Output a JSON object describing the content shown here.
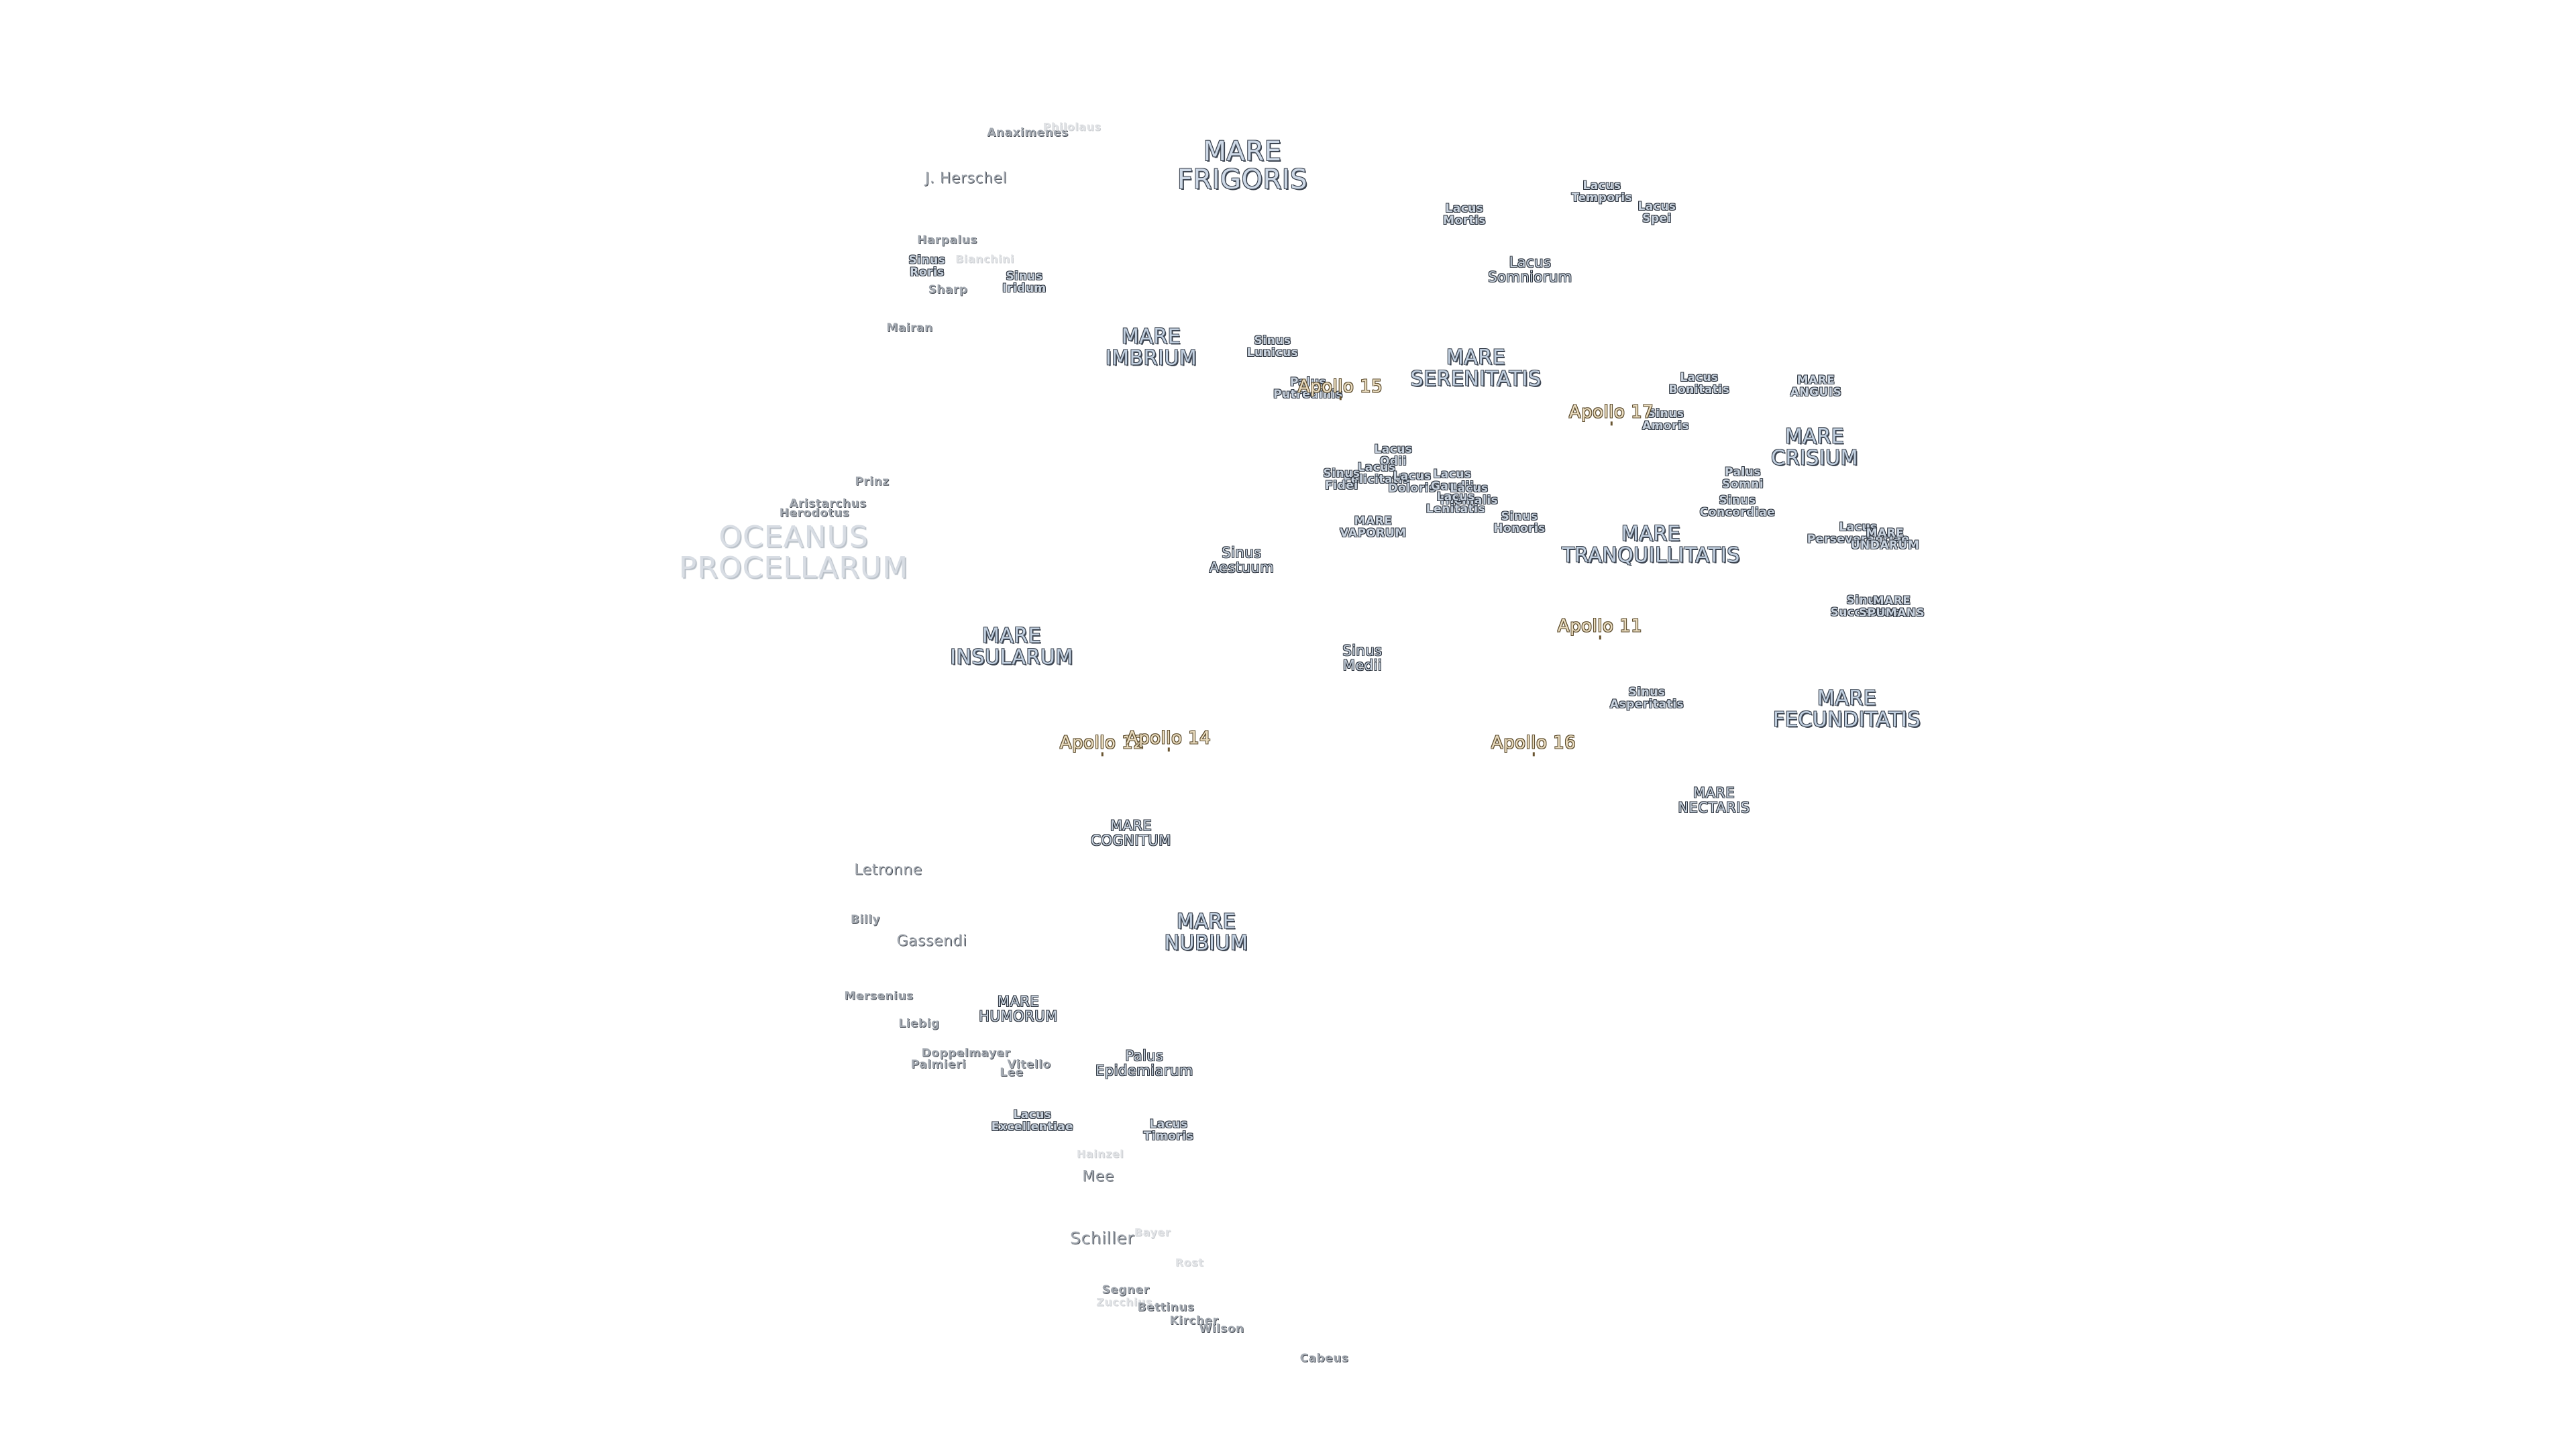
{
  "map": {
    "features": [
      {
        "name": "MARE\nFRIGORIS",
        "kind": "mare-lg"
      },
      {
        "name": "J. Herschel",
        "kind": "crater-md"
      },
      {
        "name": "Anaximenes",
        "kind": "crater"
      },
      {
        "name": "Philolaus",
        "kind": "faint"
      },
      {
        "name": "Harpalus",
        "kind": "crater"
      },
      {
        "name": "Sinus\nRoris",
        "kind": "minor"
      },
      {
        "name": "Bianchini",
        "kind": "faint"
      },
      {
        "name": "Sharp",
        "kind": "crater"
      },
      {
        "name": "Sinus\nIridum",
        "kind": "minor"
      },
      {
        "name": "Mairan",
        "kind": "crater"
      },
      {
        "name": "MARE\nIMBRIUM",
        "kind": "mare"
      },
      {
        "name": "Sinus\nLunicus",
        "kind": "minor"
      },
      {
        "name": "Palus\nPutredinis",
        "kind": "minor"
      },
      {
        "name": "Lacus\nMortis",
        "kind": "minor"
      },
      {
        "name": "Lacus\nTemporis",
        "kind": "minor"
      },
      {
        "name": "Lacus\nSpei",
        "kind": "minor"
      },
      {
        "name": "Lacus\nSomniorum",
        "kind": "minor-md"
      },
      {
        "name": "MARE\nSERENITATIS",
        "kind": "mare"
      },
      {
        "name": "Lacus\nBonitatis",
        "kind": "minor"
      },
      {
        "name": "MARE\nANGUIS",
        "kind": "minor"
      },
      {
        "name": "Sinus\nAmoris",
        "kind": "minor"
      },
      {
        "name": "MARE\nCRISIUM",
        "kind": "mare"
      },
      {
        "name": "Palus\nSomni",
        "kind": "minor"
      },
      {
        "name": "Sinus\nConcordiae",
        "kind": "minor"
      },
      {
        "name": "Lacus\nPerseverantiae",
        "kind": "minor"
      },
      {
        "name": "MARE\nUNDARUM",
        "kind": "minor"
      },
      {
        "name": "Sinus\nSuccessus",
        "kind": "minor"
      },
      {
        "name": "MARE\nSPUMANS",
        "kind": "minor"
      },
      {
        "name": "Prinz",
        "kind": "crater"
      },
      {
        "name": "Aristarchus",
        "kind": "crater"
      },
      {
        "name": "Herodotus",
        "kind": "crater"
      },
      {
        "name": "OCEANUS\nPROCELLARUM",
        "kind": "ocean"
      },
      {
        "name": "Lacus\nOdii",
        "kind": "minor"
      },
      {
        "name": "Lacus\nFelicitatis",
        "kind": "minor"
      },
      {
        "name": "Sinus\nFidei",
        "kind": "minor"
      },
      {
        "name": "Lacus\nDoloris",
        "kind": "minor"
      },
      {
        "name": "Lacus\nGaudii",
        "kind": "minor"
      },
      {
        "name": "Lacus\nHiemalis",
        "kind": "minor"
      },
      {
        "name": "Lacus\nLenitatis",
        "kind": "minor"
      },
      {
        "name": "Sinus\nHonoris",
        "kind": "minor"
      },
      {
        "name": "MARE\nVAPORUM",
        "kind": "minor"
      },
      {
        "name": "MARE\nTRANQUILLITATIS",
        "kind": "mare"
      },
      {
        "name": "Sinus\nAestuum",
        "kind": "minor-md"
      },
      {
        "name": "Sinus\nMedii",
        "kind": "minor-md"
      },
      {
        "name": "MARE\nINSULARUM",
        "kind": "mare"
      },
      {
        "name": "Sinus\nAsperitatis",
        "kind": "minor"
      },
      {
        "name": "MARE\nFECUNDITATIS",
        "kind": "mare"
      },
      {
        "name": "MARE\nNECTARIS",
        "kind": "minor-md"
      },
      {
        "name": "MARE\nCOGNITUM",
        "kind": "minor-md"
      },
      {
        "name": "Letronne",
        "kind": "crater-md"
      },
      {
        "name": "Billy",
        "kind": "crater"
      },
      {
        "name": "Gassendi",
        "kind": "crater-md"
      },
      {
        "name": "MARE\nNUBIUM",
        "kind": "mare"
      },
      {
        "name": "Mersenius",
        "kind": "crater"
      },
      {
        "name": "MARE\nHUMORUM",
        "kind": "minor-md"
      },
      {
        "name": "Liebig",
        "kind": "crater"
      },
      {
        "name": "Doppelmayer",
        "kind": "crater"
      },
      {
        "name": "Palmieri",
        "kind": "crater"
      },
      {
        "name": "Vitello",
        "kind": "crater"
      },
      {
        "name": "Lee",
        "kind": "crater"
      },
      {
        "name": "Palus\nEpidemiarum",
        "kind": "minor-md"
      },
      {
        "name": "Lacus\nExcellentiae",
        "kind": "minor"
      },
      {
        "name": "Lacus\nTimoris",
        "kind": "minor"
      },
      {
        "name": "Hainzel",
        "kind": "faint"
      },
      {
        "name": "Mee",
        "kind": "crater-md"
      },
      {
        "name": "Schiller",
        "kind": "crater-lg"
      },
      {
        "name": "Bayer",
        "kind": "faint"
      },
      {
        "name": "Rost",
        "kind": "faint"
      },
      {
        "name": "Segner",
        "kind": "crater"
      },
      {
        "name": "Zucchius",
        "kind": "faint"
      },
      {
        "name": "Bettinus",
        "kind": "crater"
      },
      {
        "name": "Kircher",
        "kind": "crater"
      },
      {
        "name": "Wilson",
        "kind": "crater"
      },
      {
        "name": "Cabeus",
        "kind": "crater"
      },
      {
        "name": "Apollo 15",
        "kind": "apollo"
      },
      {
        "name": "Apollo 17",
        "kind": "apollo"
      },
      {
        "name": "Apollo 11",
        "kind": "apollo"
      },
      {
        "name": "Apollo 12",
        "kind": "apollo"
      },
      {
        "name": "Apollo 14",
        "kind": "apollo"
      },
      {
        "name": "Apollo 16",
        "kind": "apollo"
      }
    ]
  }
}
